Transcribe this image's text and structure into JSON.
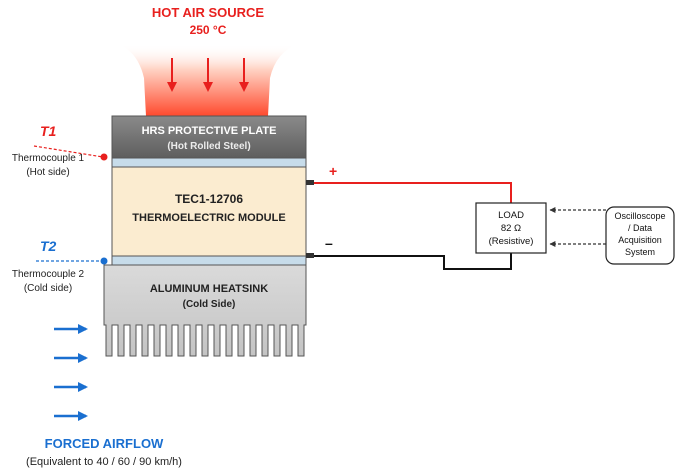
{
  "hot_air": {
    "title": "HOT AIR SOURCE",
    "temperature": "250 °C"
  },
  "hrs_plate": {
    "line1": "HRS PROTECTIVE PLATE",
    "line2": "(Hot Rolled Steel)"
  },
  "tec_module": {
    "line1": "TEC1-12706",
    "line2": "THERMOELECTRIC MODULE"
  },
  "heatsink": {
    "line1": "ALUMINUM HEATSINK",
    "line2": "(Cold Side)"
  },
  "t1": {
    "symbol": "T1",
    "label_line1": "Thermocouple 1",
    "label_line2": "(Hot side)"
  },
  "t2": {
    "symbol": "T2",
    "label_line1": "Thermocouple 2",
    "label_line2": "(Cold side)"
  },
  "polarity": {
    "positive": "+",
    "negative": "–"
  },
  "load": {
    "line1": "LOAD",
    "line2": "82 Ω",
    "line3": "(Resistive)"
  },
  "daq": {
    "line1": "Oscilloscope",
    "line2": "/ Data",
    "line3": "Acquisition",
    "line4": "System"
  },
  "airflow": {
    "title": "FORCED AIRFLOW",
    "subtitle": "(Equivalent to 40 / 60 / 90 km/h)"
  },
  "colors": {
    "hot": "#e8201e",
    "cold": "#1a6fd0",
    "plate": "#6f6f6f",
    "tec": "#fbecd0",
    "ceramic": "#c7dcea",
    "heatsink": "#d2d2d2"
  }
}
